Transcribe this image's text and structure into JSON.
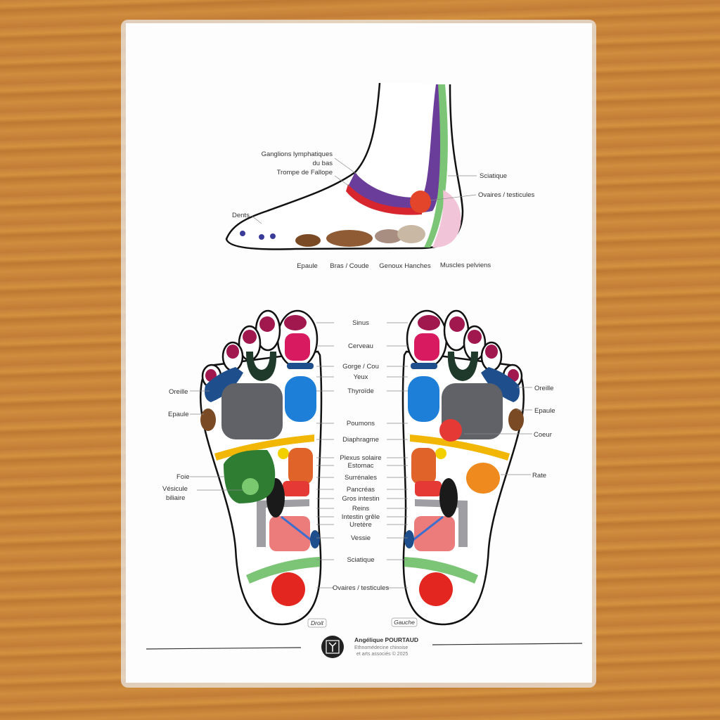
{
  "side_view": {
    "labels": {
      "ganglions_1": "Ganglions lymphatiques",
      "ganglions_2": "du bas",
      "trompe": "Trompe de Fallope",
      "dents": "Dents",
      "sciatique": "Sciatique",
      "ovaires": "Ovaires / testicules",
      "epaule": "Epaule",
      "bras": "Bras / Coude",
      "genoux": "Genoux Hanches",
      "muscles": "Muscles pelviens"
    }
  },
  "sole_view": {
    "center_labels": [
      "Sinus",
      "Cerveau",
      "Gorge / Cou",
      "Yeux",
      "Thyroïde",
      "Poumons",
      "Diaphragme",
      "Plexus solaire",
      "Estomac",
      "Surrénales",
      "Pancréas",
      "Gros intestin",
      "Reins",
      "Intestin grêle",
      "Uretère",
      "Vessie",
      "Sciatique",
      "Ovaires / testicules"
    ],
    "left_labels": {
      "oreille": "Oreille",
      "epaule": "Epaule",
      "foie": "Foie",
      "vesicule_1": "Vésicule",
      "vesicule_2": "biliaire"
    },
    "right_labels": {
      "oreille": "Oreille",
      "epaule": "Epaule",
      "coeur": "Coeur",
      "rate": "Rate"
    },
    "foot_right_tag": "Droit",
    "foot_left_tag": "Gauche"
  },
  "footer": {
    "author": "Angélique POURTAUD",
    "line1": "Ethnomédecine chinoise",
    "line2": "et arts associés © 2025"
  },
  "colors": {
    "magenta": "#a0184e",
    "pink": "#d81b60",
    "darkgreen": "#1f3a2a",
    "navy": "#1f4e8c",
    "blue": "#1e7fd8",
    "gray": "#606268",
    "brown": "#7a4a25",
    "yellow": "#f2b705",
    "liver": "#2e7d32",
    "orange": "#e0632a",
    "red": "#e53935",
    "salmon": "#ec7b7b",
    "sciatic": "#7cc576",
    "ovary": "#e3261f",
    "purple": "#6a3d9a"
  }
}
